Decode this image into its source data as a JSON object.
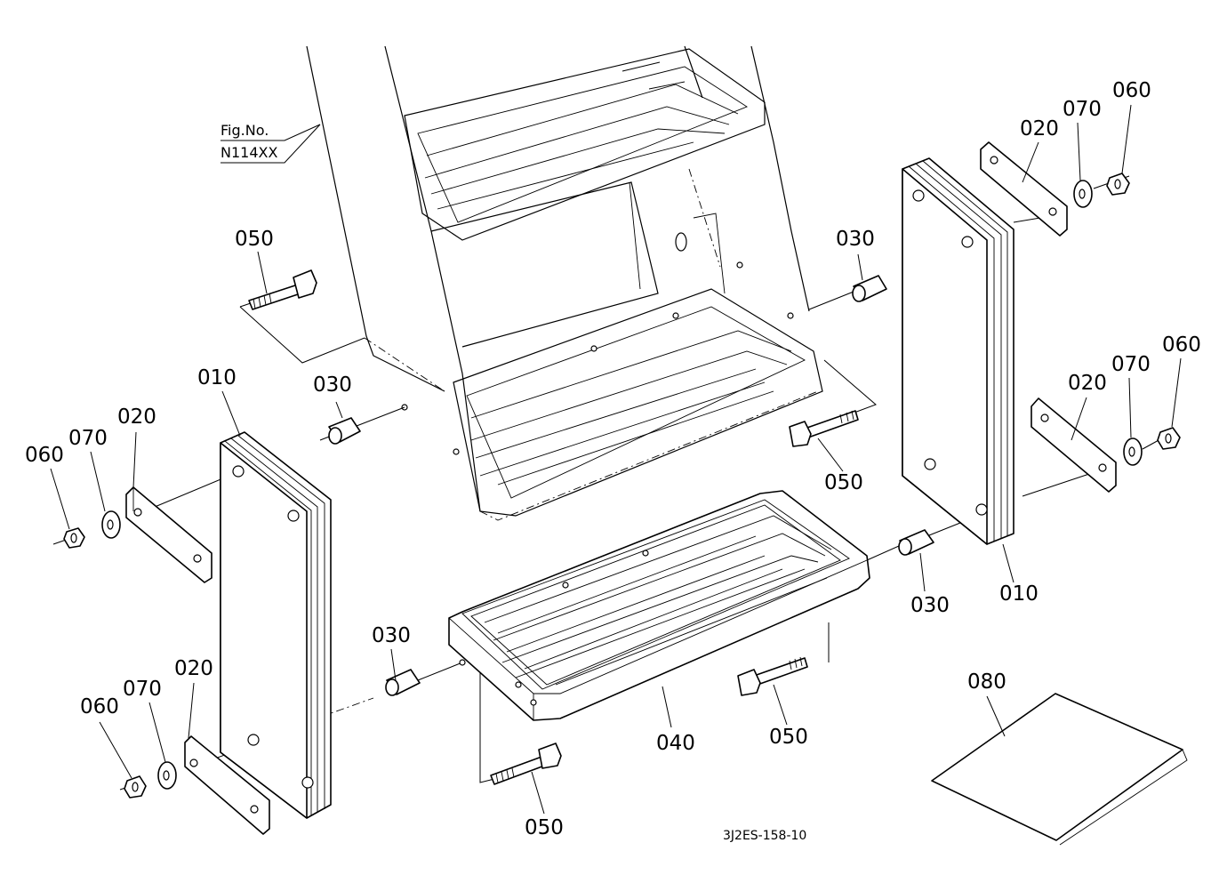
{
  "figure": {
    "fig_label": "Fig.No.",
    "fig_number": "N114XX",
    "drawing_code": "3J2ES-158-10"
  },
  "callouts": {
    "c010_left": "010",
    "c010_right": "010",
    "c020_left_top": "020",
    "c020_left_bottom": "020",
    "c020_right_top": "020",
    "c020_right_bottom": "020",
    "c030_left_top": "030",
    "c030_left_bottom": "030",
    "c030_right_top": "030",
    "c030_right_bottom": "030",
    "c040": "040",
    "c050_top_left": "050",
    "c050_center": "050",
    "c050_bottom_right": "050",
    "c050_bottom": "050",
    "c060_left_top": "060",
    "c060_left_bottom": "060",
    "c060_right_top": "060",
    "c060_right_bottom": "060",
    "c070_left_top": "070",
    "c070_left_bottom": "070",
    "c070_right_top": "070",
    "c070_right_bottom": "070",
    "c080": "080"
  }
}
